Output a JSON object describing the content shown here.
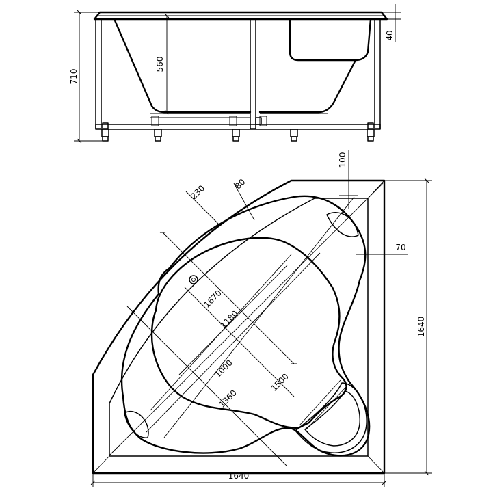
{
  "side_view": {
    "dimensions": {
      "overall_height": "710",
      "depth": "560",
      "rim": "40"
    }
  },
  "top_view": {
    "dimensions": {
      "width": "1640",
      "length": "1640",
      "rim_top": "100",
      "rim_right": "70",
      "corner_offset": "230",
      "corner_rim": "80",
      "diag_1670": "1670",
      "diag_1180": "1180",
      "diag_1000": "1000",
      "diag_1500": "1500",
      "diag_1360": "1360"
    }
  }
}
